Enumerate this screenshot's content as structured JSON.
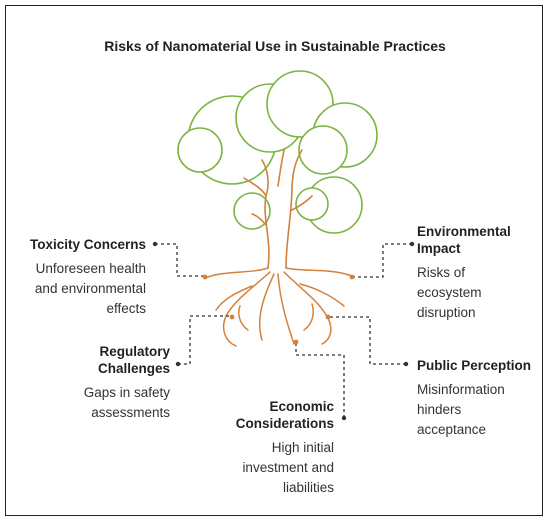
{
  "title": "Risks of Nanomaterial Use in Sustainable Practices",
  "risks": {
    "toxicity": {
      "heading": "Toxicity Concerns",
      "description": [
        "Unforeseen health",
        "and environmental",
        "effects"
      ]
    },
    "environmental": {
      "heading": [
        "Environmental",
        "Impact"
      ],
      "description": [
        "Risks of",
        "ecosystem",
        "disruption"
      ]
    },
    "regulatory": {
      "heading": [
        "Regulatory",
        "Challenges"
      ],
      "description": [
        "Gaps in safety",
        "assessments"
      ]
    },
    "public": {
      "heading": "Public Perception",
      "description": [
        "Misinformation",
        "hinders",
        "acceptance"
      ]
    },
    "economic": {
      "heading": [
        "Economic",
        "Considerations"
      ],
      "description": [
        "High initial",
        "investment and",
        "liabilities"
      ]
    }
  },
  "colors": {
    "canopy": "#7cb342",
    "roots": "#d4813a",
    "connector": "#333333",
    "text": "#222222"
  }
}
